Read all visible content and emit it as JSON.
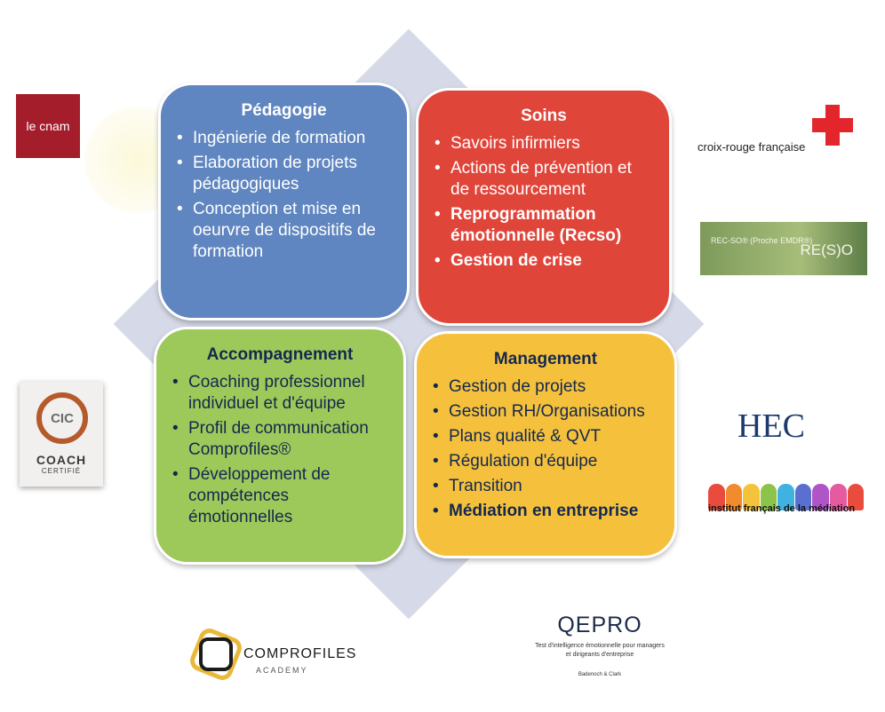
{
  "quadrants": {
    "pedagogie": {
      "title": "Pédagogie",
      "items": [
        "Ingénierie de formation",
        "Elaboration de projets pédagogiques",
        "Conception et mise en oeurvre de dispositifs de formation"
      ]
    },
    "soins": {
      "title": "Soins",
      "items": [
        "Savoirs infirmiers",
        "Actions de prévention et de ressourcement",
        "Reprogrammation émotionnelle (Recso)",
        "Gestion de crise"
      ]
    },
    "accompagnement": {
      "title": "Accompagnement",
      "items": [
        "Coaching professionnel individuel et d'équipe",
        "Profil de communication Comprofiles®",
        "Développement de compétences émotionnelles"
      ]
    },
    "management": {
      "title": "Management",
      "items": [
        "Gestion de projets",
        "Gestion RH/Organisations",
        "Plans qualité & QVT",
        "Régulation d'équipe",
        "Transition",
        "Médiation en entreprise"
      ]
    }
  },
  "logos": {
    "cnam": "le cnam",
    "croix_rouge": "croix-rouge française",
    "recso_left": "REC-SO® (Proche EMDR®)",
    "recso_right": "RE(S)O",
    "cic_badge": "CIC",
    "cic_title": "COACH",
    "cic_sub": "CERTIFIÉ",
    "hec": "HEC",
    "ifm": "institut français de la médiation",
    "comprofiles": "COMPROFILES",
    "comprofiles_sub": "ACADEMY",
    "qepro": "QEPRO",
    "qepro_tagline": "Test d'intelligence émotionnelle pour managers et dirigeants d'entreprise",
    "qepro_partner": "Badenoch & Clark"
  },
  "colors": {
    "pedagogie": "#5f86c0",
    "soins": "#e0453a",
    "accompagnement": "#9dc95a",
    "management": "#f5c13c",
    "diamond": "#d6dae8"
  }
}
